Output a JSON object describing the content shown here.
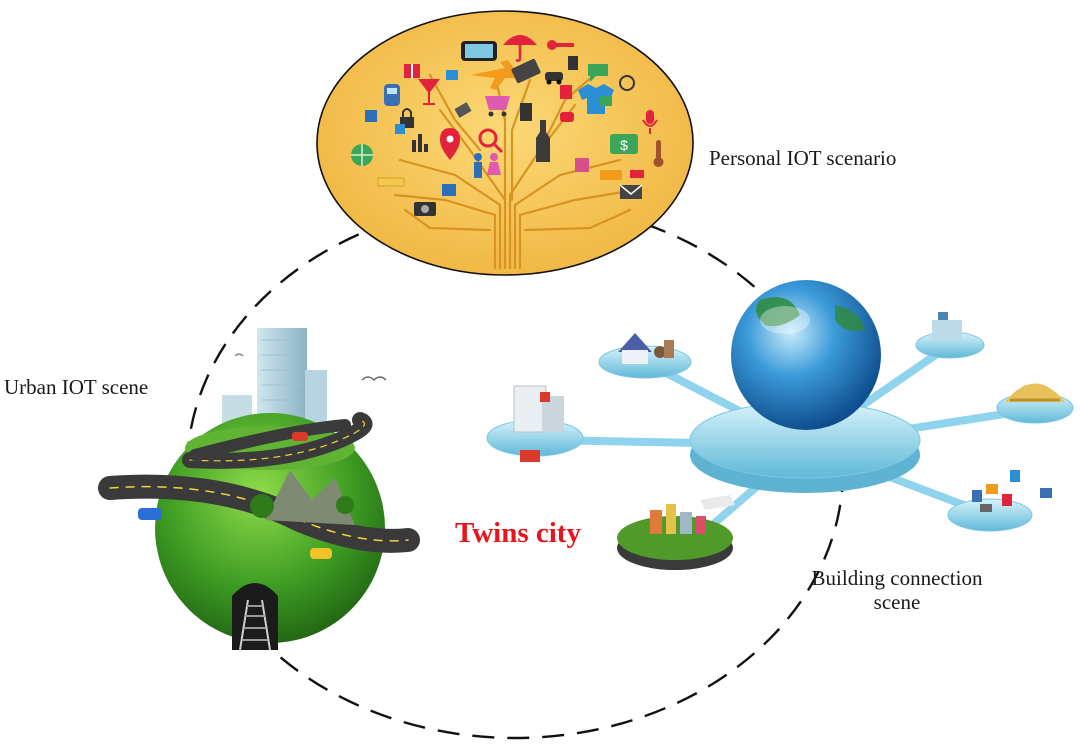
{
  "labels": {
    "personal": "Personal IOT scenario",
    "urban": "Urban IOT scene",
    "building": "Building connection scene",
    "center": "Twins city"
  },
  "colors": {
    "center_text": "#e8141b",
    "oval_fill": "#f5c453",
    "circuit": "#e6a02a",
    "dashed_ring": "#111111",
    "platform": "#7fd0ea",
    "grass": "#3f9b23",
    "road": "#3d3d3d",
    "globe": "#2f84c8"
  },
  "icons": [
    "phone-icon",
    "umbrella-icon",
    "key-icon",
    "plane-icon",
    "car-icon",
    "cocktail-icon",
    "train-icon",
    "tshirt-icon",
    "shopping-cart-icon",
    "magnifier-icon",
    "wine-bottle-icon",
    "map-pin-icon",
    "people-icon",
    "microphone-icon",
    "dollar-icon",
    "camera-icon",
    "globe-icon",
    "chart-icon",
    "thermometer-icon",
    "mail-icon",
    "chat-bubble-icon",
    "compass-icon",
    "lock-icon",
    "gift-icon",
    "keyboard-icon"
  ]
}
